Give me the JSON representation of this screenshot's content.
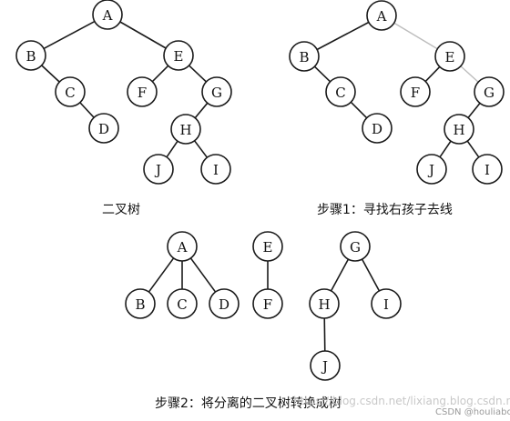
{
  "panels": {
    "binary_tree": {
      "caption": "二叉树",
      "nodes": [
        "A",
        "B",
        "C",
        "D",
        "E",
        "F",
        "G",
        "H",
        "J",
        "I"
      ],
      "edges": [
        [
          "A",
          "B"
        ],
        [
          "B",
          "C"
        ],
        [
          "C",
          "D"
        ],
        [
          "A",
          "E"
        ],
        [
          "E",
          "F"
        ],
        [
          "E",
          "G"
        ],
        [
          "G",
          "H"
        ],
        [
          "H",
          "J"
        ],
        [
          "H",
          "I"
        ]
      ]
    },
    "step1": {
      "caption": "步骤1：寻找右孩子去线",
      "nodes": [
        "A",
        "B",
        "C",
        "D",
        "E",
        "F",
        "G",
        "H",
        "J",
        "I"
      ],
      "edges": [
        [
          "A",
          "B"
        ],
        [
          "B",
          "C"
        ],
        [
          "C",
          "D"
        ],
        [
          "E",
          "F"
        ],
        [
          "G",
          "H"
        ],
        [
          "H",
          "J"
        ],
        [
          "H",
          "I"
        ]
      ],
      "removed_edges": [
        [
          "A",
          "E"
        ],
        [
          "E",
          "G"
        ]
      ]
    },
    "step2": {
      "caption": "步骤2：将分离的二叉树转换成树",
      "trees": [
        {
          "nodes": [
            "A",
            "B",
            "C",
            "D"
          ],
          "edges": [
            [
              "A",
              "B"
            ],
            [
              "A",
              "C"
            ],
            [
              "A",
              "D"
            ]
          ]
        },
        {
          "nodes": [
            "E",
            "F"
          ],
          "edges": [
            [
              "E",
              "F"
            ]
          ]
        },
        {
          "nodes": [
            "G",
            "H",
            "I",
            "J"
          ],
          "edges": [
            [
              "G",
              "H"
            ],
            [
              "G",
              "I"
            ],
            [
              "H",
              "J"
            ]
          ]
        }
      ]
    }
  },
  "watermark": "https://blog.csdn.net/lixiang.blog.csdn.net",
  "credit": "CSDN @houliabc",
  "colors": {
    "stroke": "#1a1a1a",
    "removed_edge": "#bdbdbd",
    "background": "#ffffff"
  }
}
